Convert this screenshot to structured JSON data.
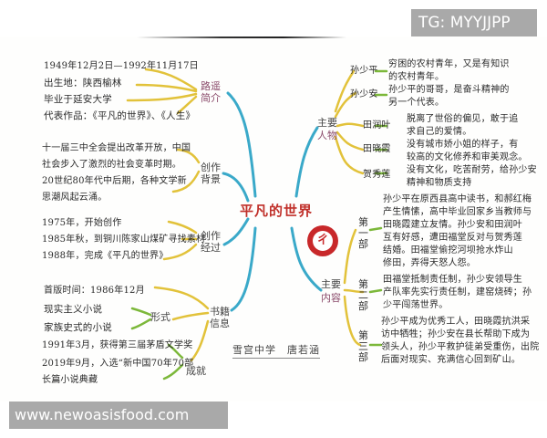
{
  "watermarks": {
    "top_right": "TG: MYYJJPP",
    "bottom_left": "www.newoasisfood.com"
  },
  "mindmap": {
    "center_title": "平凡的世界",
    "signature": "雪宫中学　唐若涵",
    "colors": {
      "title": "#c0302a",
      "main_branch": "#3aa9c9",
      "sub_branch": "#e2c23a",
      "leaf_branch": "#7cb83a",
      "category_text": "#8a4a6a",
      "logo": "#c8282a"
    },
    "left": {
      "author_intro": {
        "label": "路遥简介",
        "items": [
          "1949年12月2日—1992年11月17日",
          "出生地：陕西榆林",
          "毕业于延安大学",
          "代表作品：《平凡的世界》、《人生》"
        ]
      },
      "background": {
        "label": "创作背景",
        "lines": [
          "十一届三中全会提出改革开放，中国",
          "社会步入了激烈的社会变革时期。",
          "20世纪80年代中后期，各种文学新",
          "思潮风起云涌。"
        ]
      },
      "process": {
        "label": "创作经过",
        "items": [
          "1975年，开始创作",
          "1985年秋，到铜川陈家山煤矿寻找素材",
          "1988年，完成《平凡的世界》"
        ]
      },
      "book_info": {
        "label": "书籍信息",
        "first_edition": "首版时间：1986年12月",
        "form": {
          "label": "形式",
          "items": [
            "现实主义小说",
            "家族史式的小说"
          ]
        },
        "achievements": {
          "label": "成就",
          "items": [
            "1991年3月，获得第三届茅盾文学奖",
            "2019年9月，入选“新中国70年70部",
            "长篇小说典藏"
          ]
        }
      }
    },
    "right": {
      "characters": {
        "label_line1": "主要",
        "label_line2": "人物",
        "items": [
          {
            "name": "孙少平",
            "desc": [
              "穷困的农村青年，又是有知识",
              "的农村青年。"
            ]
          },
          {
            "name": "孙少安",
            "desc": [
              "孙少平的哥哥，是奋斗精神的",
              "另一个代表。"
            ]
          },
          {
            "name": "田润叶",
            "desc": [
              "脱离了世俗的偏见，敢于追",
              "求自己的爱情。"
            ]
          },
          {
            "name": "田晓霞",
            "desc": [
              "没有城市娇小姐的样子，有",
              "较高的文化修养和审美观念。"
            ]
          },
          {
            "name": "贺秀莲",
            "desc": [
              "没有文化，吃苦耐劳，给孙少安",
              "精神和物质支持"
            ]
          }
        ]
      },
      "content": {
        "label_line1": "主要",
        "label_line2": "内容",
        "parts": [
          {
            "name": "第一部",
            "desc": [
              "孙少平在原西县高中读书，和郝红梅",
              "产生情愫，高中毕业回家乡当教师与",
              "田晓霞建立友情。孙少安和田润叶",
              "互有好感，遭田福堂反对与贺秀莲",
              "结婚。田福堂偷挖河坝抢水炸山",
              "修田，弄得天怒人怨。"
            ]
          },
          {
            "name": "第二部",
            "desc": [
              "田福堂抵制责任制，孙少安领导生",
              "产队率先实行责任制，建窑烧砖；孙",
              "少平闯荡世界。"
            ]
          },
          {
            "name": "第三部",
            "desc": [
              "孙少平成为优秀工人，田晓霞抗洪采",
              "访中牺牲；孙少安在县长帮助下成为",
              "领头人，孙少平救护徒弟受重伤，出院",
              "后面对现实、充满信心回到矿山。"
            ]
          }
        ]
      }
    }
  }
}
